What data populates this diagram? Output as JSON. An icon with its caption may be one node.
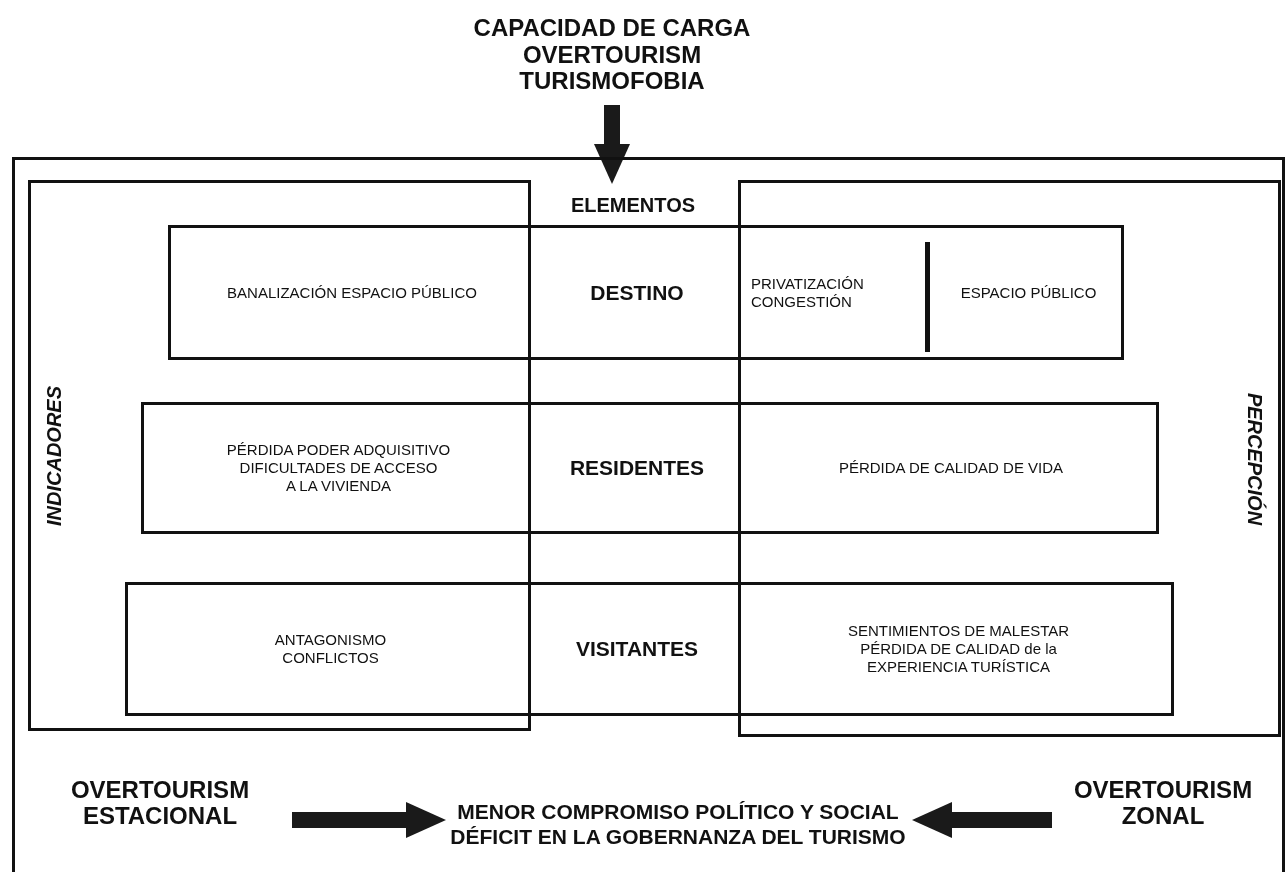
{
  "diagram": {
    "nodes": [
      {
        "text": [],
        "shape": "box"
      },
      {
        "text": [
          "CAPACIDAD DE CARGA OVERTOURISM TURISMOFOBIA"
        ]
      },
      {
        "text": [
          "ELEMENTOS"
        ],
        "in": 0
      },
      {
        "text": [
          "INDICADORES"
        ],
        "in": 0
      },
      {
        "text": [
          "PERCEPCIÓN"
        ],
        "in": 0
      },
      {
        "text": [
          "BANALIZACIÓN ESPACIO PÚBLICO",
          "DESTINO",
          "PRIVATIZACIÓN CONGESTIÓN",
          "ESPACIO PÚBLICO"
        ],
        "in": 0
      },
      {
        "text": [
          "PÉRDIDA PODER ADQUISITIVO",
          "DIFICULTADES DE ACCESO A LA VIVIENDA",
          "RESIDENTES",
          "PÉRDIDA DE CALIDAD DE VIDA"
        ],
        "in": 0
      },
      {
        "text": [
          "ANTAGONISMO CONFLICTOS",
          "VISITANTES",
          "SENTIMIENTOS DE MALESTAR",
          "PÉRDIDA DE CALIDAD de la EXPERIENCIA TURÍSTICA"
        ],
        "in": 0
      },
      {
        "text": [
          "OVERTOURISM ESTACIONAL"
        ],
        "in": 0
      },
      {
        "text": [
          "MENOR COMPROMISO POLÍTICO Y SOCIAL",
          "DÉFICIT EN LA GOBERNANZA DEL TURISMO"
        ],
        "in": 0
      },
      {
        "text": [
          "OVERTOURISM ZONAL"
        ],
        "in": 0
      }
    ],
    "edges": [
      {
        "from": 1,
        "to": 2,
        "arrow": "to"
      },
      {
        "from": 8,
        "to": 9,
        "arrow": "to"
      },
      {
        "from": 10,
        "to": 9,
        "arrow": "to"
      }
    ]
  }
}
